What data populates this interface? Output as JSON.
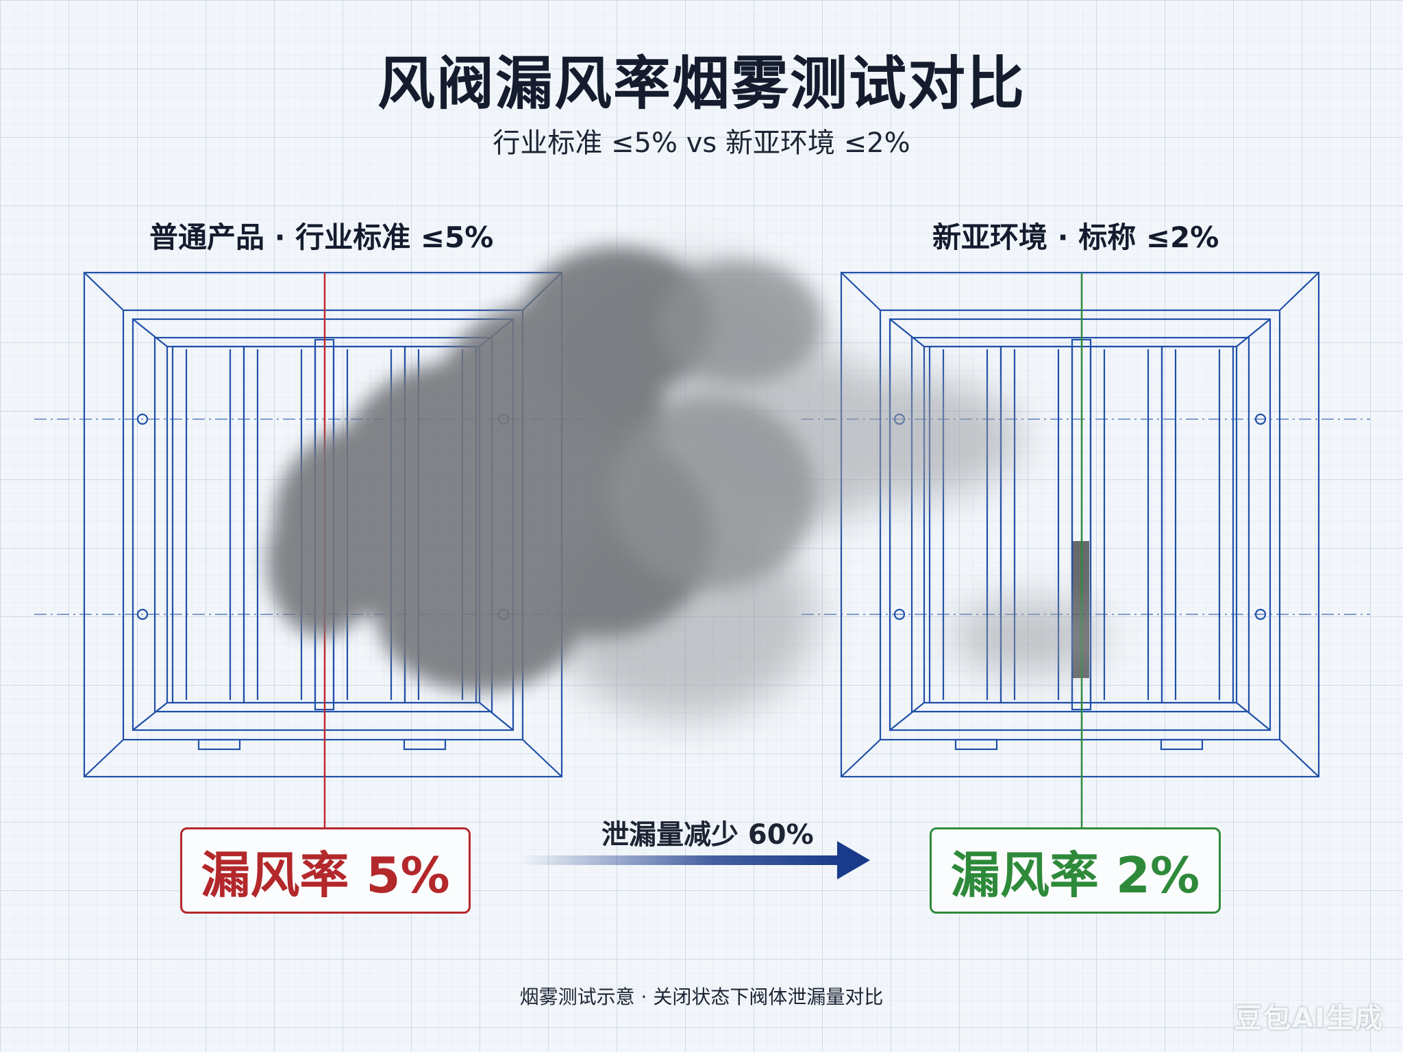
{
  "title": "风阀漏风率烟雾测试对比",
  "subtitle": "行业标准 ≤5% vs 新亚环境 ≤2%",
  "left_panel": {
    "label": "普通产品 · 行业标准 ≤5%",
    "rate_text": "漏风率 5%",
    "accent": "#b3282b"
  },
  "right_panel": {
    "label": "新亚环境 · 标称 ≤2%",
    "rate_text": "漏风率 2%",
    "accent": "#2e8a3a"
  },
  "comparison": {
    "label": "泄漏量减少 60%",
    "arrow_color": "#1a3a8a"
  },
  "caption": "烟雾测试示意 · 关闭状态下阀体泄漏量对比",
  "watermark": "豆包AI生成",
  "colors": {
    "blueprint_line": "#1f4fa8",
    "grid": "#7896be",
    "smoke": "#8a8c90"
  }
}
